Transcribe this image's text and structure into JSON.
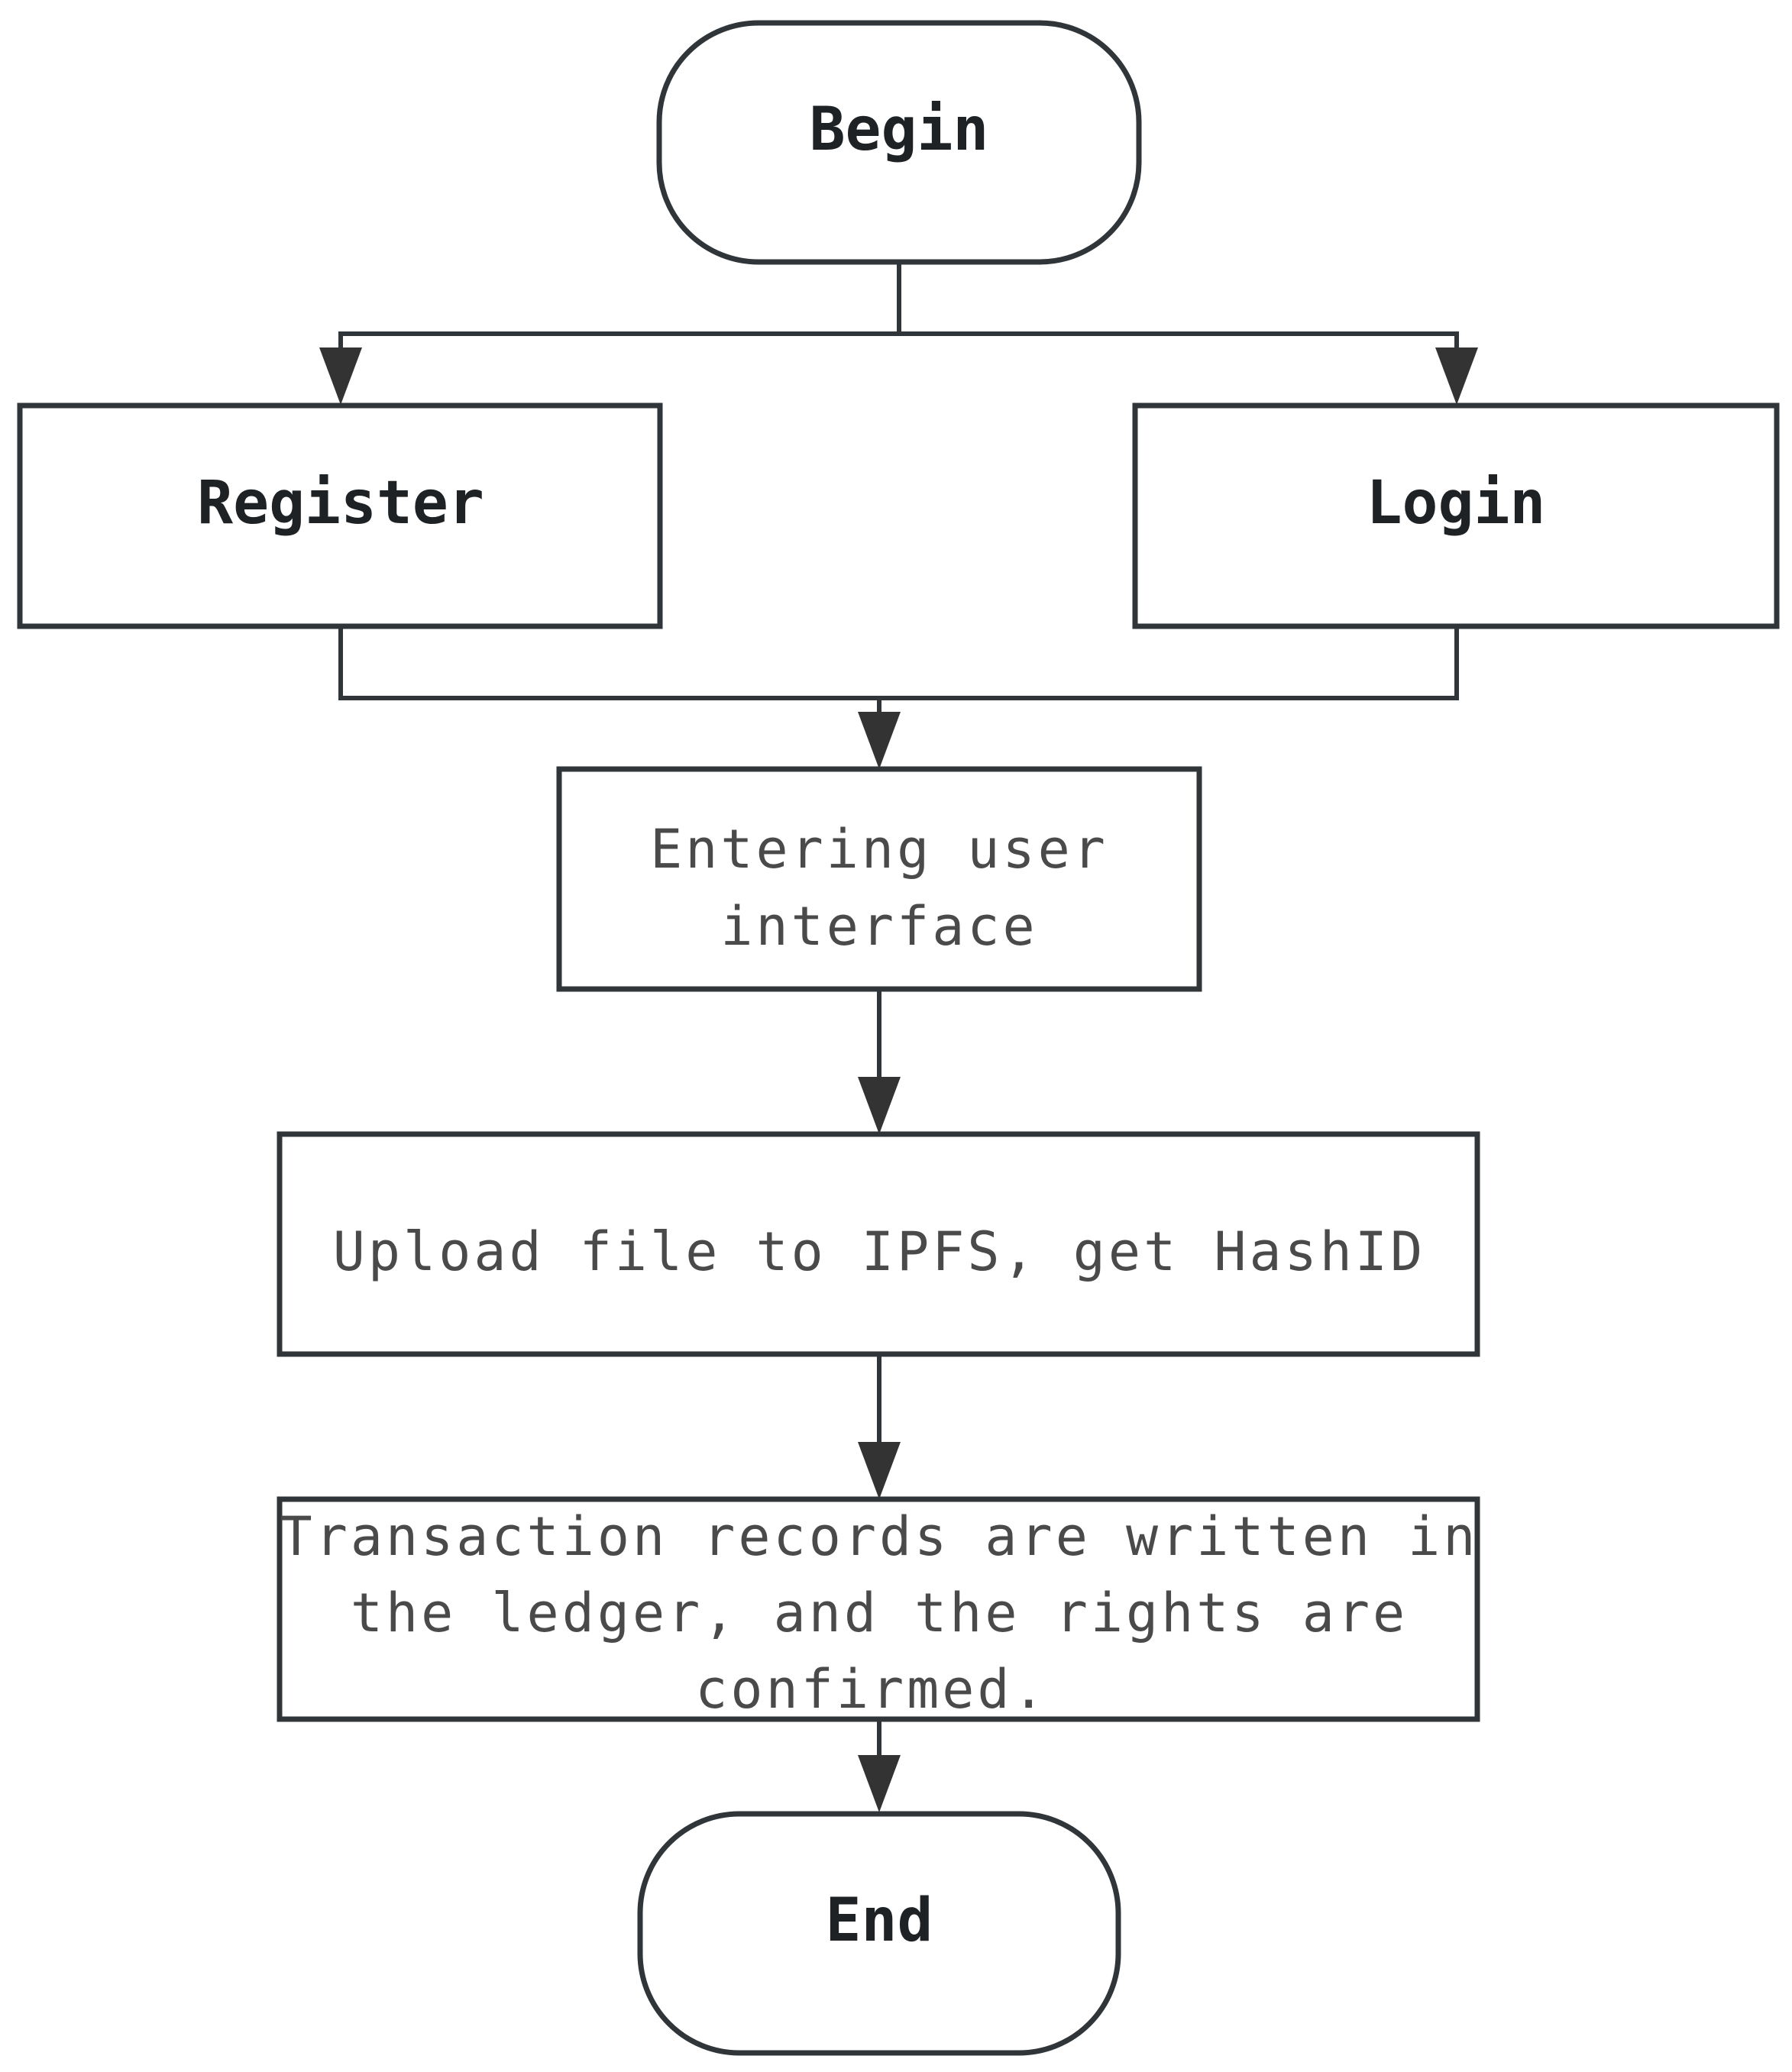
{
  "nodes": {
    "begin": {
      "label": "Begin"
    },
    "register": {
      "label": "Register"
    },
    "login": {
      "label": "Login"
    },
    "user_interface": {
      "lines": [
        "Entering user",
        "interface"
      ]
    },
    "upload": {
      "label": "Upload file to IPFS, get HashID"
    },
    "transaction": {
      "lines": [
        "Transaction records are written in",
        "the ledger, and the rights are",
        "confirmed."
      ]
    },
    "end": {
      "label": "End"
    }
  },
  "colors": {
    "stroke": "#2f3539",
    "arrow": "#333333",
    "text_dark": "#1e2225",
    "text_light": "#4a4a4a",
    "background": "#ffffff"
  }
}
